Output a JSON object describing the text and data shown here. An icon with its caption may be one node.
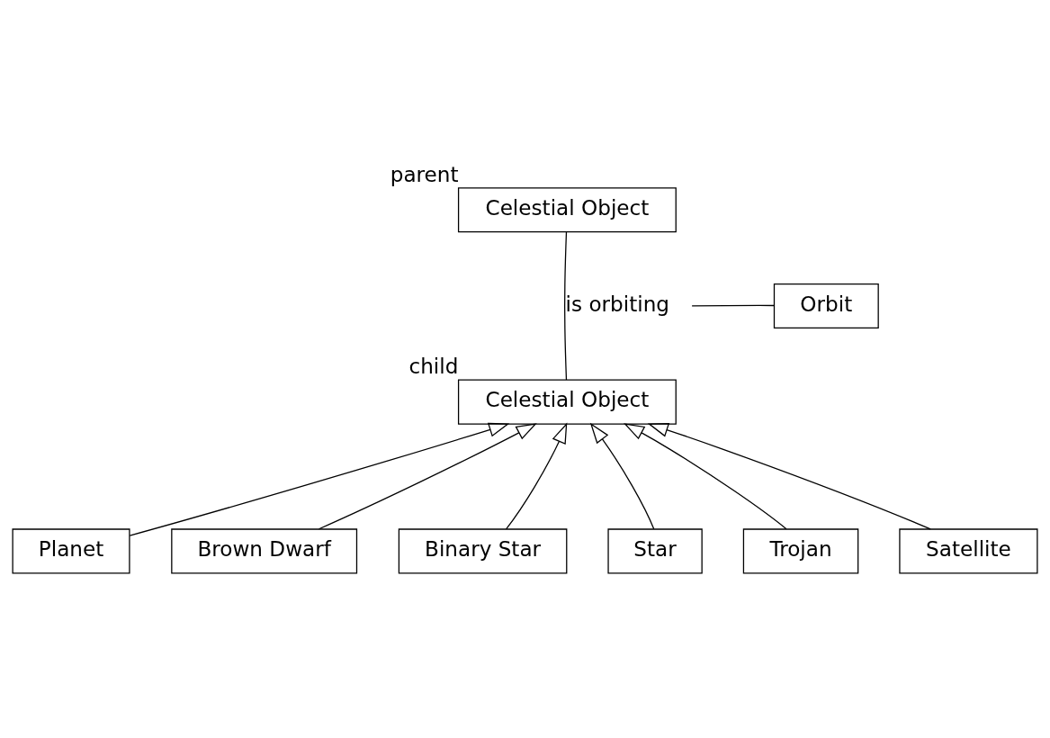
{
  "diagram": {
    "nodes": [
      {
        "text": [
          "Celestial Object"
        ],
        "beside": [
          "parent"
        ]
      },
      {
        "text": [
          "Orbit"
        ]
      },
      {
        "text": [
          "Celestial Object"
        ],
        "beside": [
          "child"
        ]
      },
      {
        "text": [
          "Planet"
        ]
      },
      {
        "text": [
          "Brown Dwarf"
        ]
      },
      {
        "text": [
          "Binary Star"
        ]
      },
      {
        "text": [
          "Star"
        ]
      },
      {
        "text": [
          "Trojan"
        ]
      },
      {
        "text": [
          "Satellite"
        ]
      }
    ],
    "edges": [
      {
        "from": 0,
        "to": 2,
        "arrow": "none",
        "label": "is orbiting"
      },
      {
        "from": 1,
        "to": null,
        "arrow": "none"
      },
      {
        "from": 3,
        "to": 2,
        "arrow": "to"
      },
      {
        "from": 4,
        "to": 2,
        "arrow": "to"
      },
      {
        "from": 5,
        "to": 2,
        "arrow": "to"
      },
      {
        "from": 6,
        "to": 2,
        "arrow": "to"
      },
      {
        "from": 7,
        "to": 2,
        "arrow": "to"
      },
      {
        "from": 8,
        "to": 2,
        "arrow": "to"
      }
    ]
  }
}
